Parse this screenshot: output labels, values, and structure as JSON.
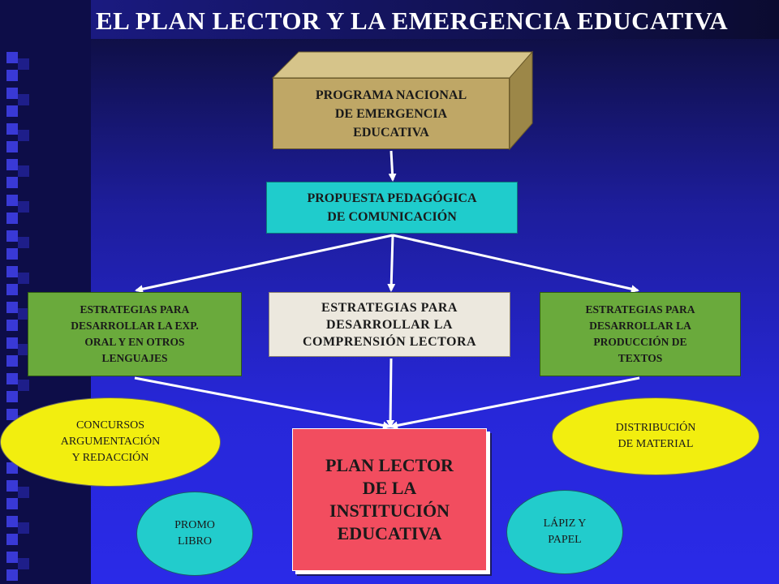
{
  "title": "EL PLAN LECTOR Y LA EMERGENCIA EDUCATIVA",
  "nodes": {
    "programa": "PROGRAMA NACIONAL\nDE EMERGENCIA\nEDUCATIVA",
    "propuesta": "PROPUESTA PEDAGÓGICA\nDE COMUNICACIÓN",
    "oral": "ESTRATEGIAS PARA\nDESARROLLAR LA EXP.\nORAL Y EN OTROS\nLENGUAJES",
    "comprension": "ESTRATEGIAS PARA\nDESARROLLAR LA\nCOMPRENSIÓN LECTORA",
    "produccion": "ESTRATEGIAS PARA\nDESARROLLAR LA\nPRODUCCIÓN DE\nTEXTOS",
    "plan": "PLAN LECTOR\nDE LA\nINSTITUCIÓN\nEDUCATIVA",
    "concursos": "CONCURSOS\nARGUMENTACIÓN\nY REDACCIÓN",
    "distribucion": "DISTRIBUCIÓN\nDE MATERIAL",
    "promo": "PROMO\nLIBRO",
    "lapiz": "LÁPIZ Y\nPAPEL"
  },
  "colors": {
    "background": "#2727d8",
    "programa": "#bfa766",
    "propuesta": "#1fcccc",
    "estrategias": "#6aaa3c",
    "comprension": "#ece8de",
    "plan": "#f24d5f",
    "ellipse_yellow": "#f2ee0f",
    "ellipse_cyan": "#22cccc",
    "arrow": "#ffffff"
  }
}
